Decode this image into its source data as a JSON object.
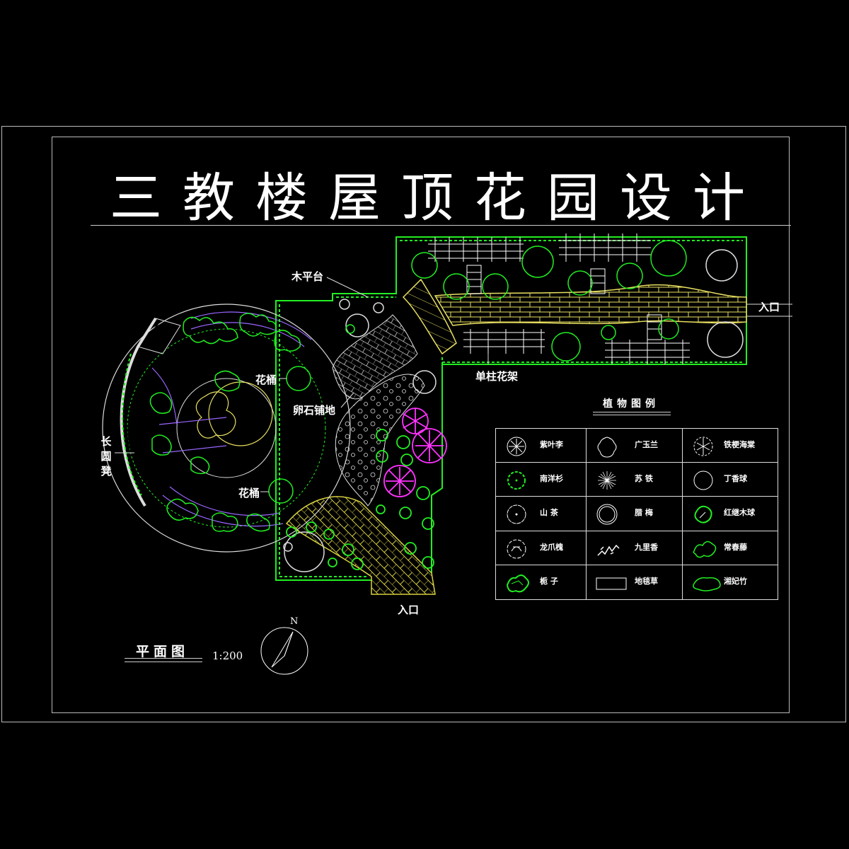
{
  "title": "三教楼屋顶花园设计",
  "labels": {
    "wood_platform": "木平台",
    "flower_bucket_1": "花桶",
    "flower_bucket_2": "花桶",
    "pebble_paving": "卵石铺地",
    "long_bench": "长圆凳",
    "single_column_trellis": "单柱花架",
    "entrance_east": "入口",
    "entrance_south": "入口"
  },
  "plan_caption": "平面图",
  "scale": "1:200",
  "compass_label": "N",
  "legend": {
    "title": "植物图例",
    "items": [
      {
        "name": "紫叶李",
        "icon": "purple-leaf-plum-icon"
      },
      {
        "name": "广玉兰",
        "icon": "southern-magnolia-icon"
      },
      {
        "name": "铁梗海棠",
        "icon": "flowering-quince-icon"
      },
      {
        "name": "南洋杉",
        "icon": "araucaria-icon"
      },
      {
        "name": "苏 铁",
        "icon": "cycad-icon"
      },
      {
        "name": "丁香球",
        "icon": "lilac-ball-icon"
      },
      {
        "name": "山 茶",
        "icon": "camellia-icon"
      },
      {
        "name": "腊 梅",
        "icon": "wintersweet-icon"
      },
      {
        "name": "红继木球",
        "icon": "loropetalum-ball-icon"
      },
      {
        "name": "龙爪槐",
        "icon": "pagoda-tree-icon"
      },
      {
        "name": "九里香",
        "icon": "murraya-icon"
      },
      {
        "name": "常春藤",
        "icon": "ivy-icon"
      },
      {
        "name": "栀 子",
        "icon": "gardenia-icon"
      },
      {
        "name": "地毯草",
        "icon": "carpet-grass-icon"
      },
      {
        "name": "湘妃竹",
        "icon": "spotted-bamboo-icon"
      }
    ]
  },
  "colors": {
    "background": "#000000",
    "plant_green": "#22ee22",
    "paving_yellow": "#e8e060",
    "trellis_white": "#ffffff",
    "magenta": "#ff33ff",
    "purple_line": "#9966ff",
    "frame_gray": "#bbbbbb"
  }
}
